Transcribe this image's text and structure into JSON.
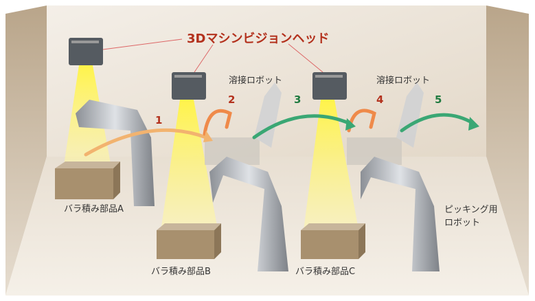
{
  "title": "3Dマシンビジョンヘッド",
  "welding_robot_labels": [
    "溶接ロボット",
    "溶接ロボット"
  ],
  "step_numbers": [
    "1",
    "2",
    "3",
    "4",
    "5"
  ],
  "bin_labels": [
    "バラ積み部品A",
    "バラ積み部品B",
    "バラ積み部品C"
  ],
  "picking_robot_label": [
    "ピッキング用",
    "ロボット"
  ],
  "colors": {
    "title": "#b3311d",
    "orange_arrow": "#ef8a4a",
    "green_arrow": "#3aa774",
    "light": "#fff27a"
  }
}
